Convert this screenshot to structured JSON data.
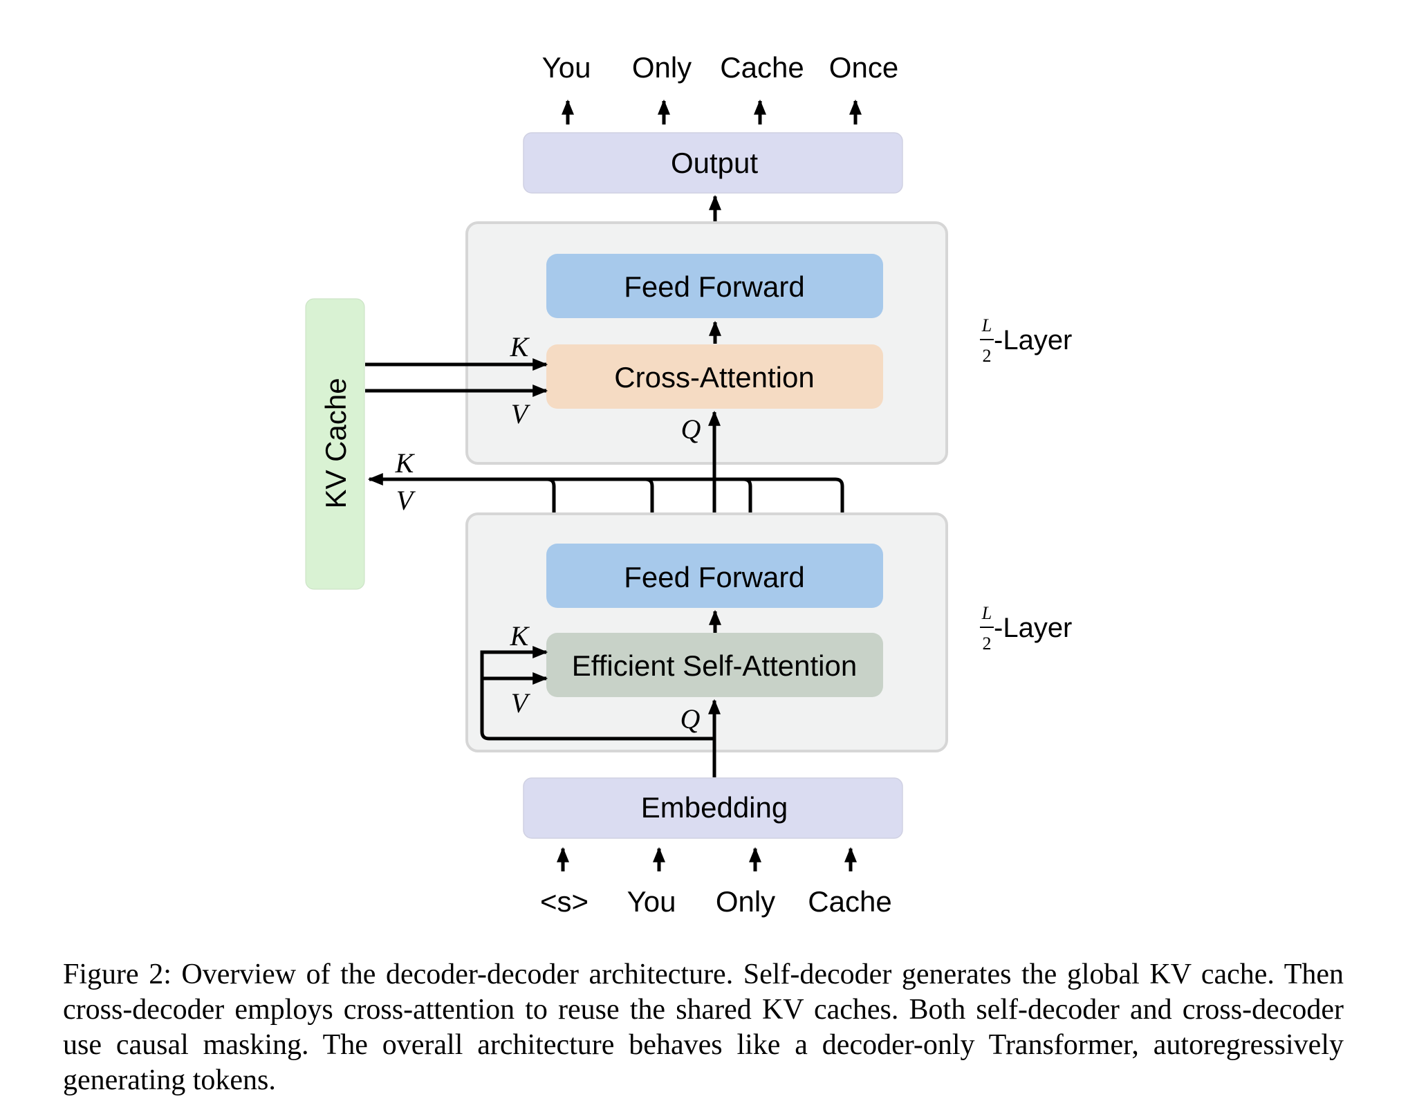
{
  "figure": {
    "outputs": [
      "You",
      "Only",
      "Cache",
      "Once"
    ],
    "inputs": [
      "<s>",
      "You",
      "Only",
      "Cache"
    ],
    "blocks": {
      "output": "Output",
      "embedding": "Embedding",
      "cross_decoder_ffn": "Feed Forward",
      "cross_attention": "Cross-Attention",
      "self_decoder_ffn": "Feed Forward",
      "self_attention": "Efficient Self-Attention",
      "kv_cache": "KV Cache"
    },
    "layer_labels": {
      "numerator": "L",
      "denominator": "2",
      "suffix": "-Layer"
    },
    "symbols": {
      "k": "K",
      "v": "V",
      "q": "Q"
    },
    "colors": {
      "io_block": "#dadcf1",
      "ffn": "#a7c9eb",
      "cross_attention": "#f5dbc3",
      "self_attention": "#c8d2c8",
      "kv_cache": "#d9f2d3",
      "layer_container": "#f1f2f2",
      "layer_border": "#d6d6d6"
    }
  },
  "caption": "Figure 2: Overview of the decoder-decoder architecture. Self-decoder generates the global KV cache. Then cross-decoder employs cross-attention to reuse the shared KV caches. Both self-decoder and cross-decoder use causal masking. The overall architecture behaves like a decoder-only Transformer, autoregressively generating tokens."
}
